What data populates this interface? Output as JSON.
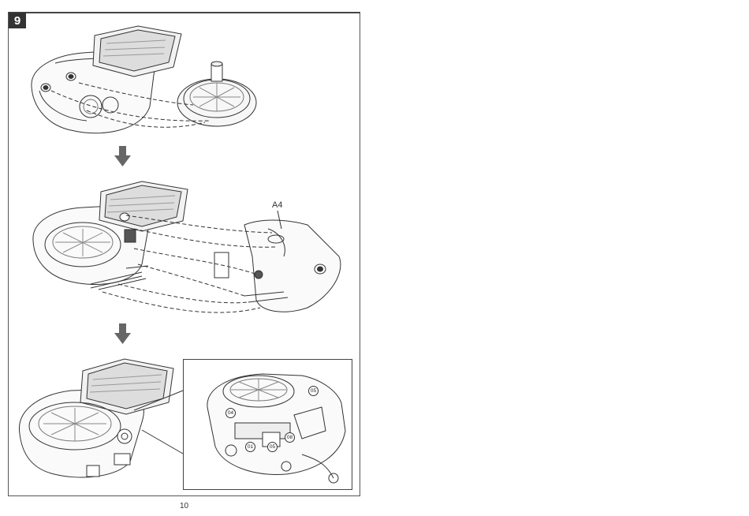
{
  "step": {
    "number": "9"
  },
  "labels": {
    "callout_a4": "A4"
  },
  "detail": {
    "parts": [
      "04",
      "05",
      "01",
      "08",
      "05"
    ]
  },
  "footer": {
    "page_number": "10"
  },
  "icons": {
    "arrow": "down-arrow-icon"
  }
}
